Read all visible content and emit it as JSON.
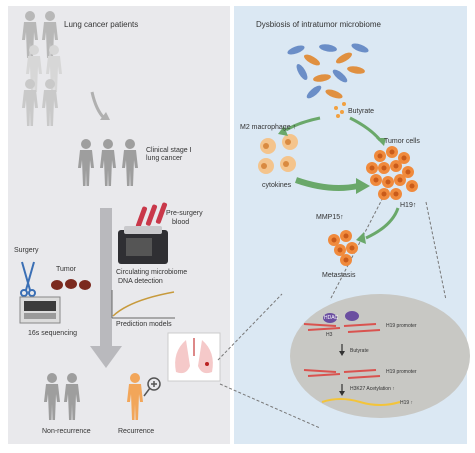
{
  "left": {
    "patients_label": "Lung cancer patients",
    "clinical_stage_label_line1": "Clinical stage Ⅰ",
    "clinical_stage_label_line2": "lung cancer",
    "pre_surgery_line1": "Pre-surgery",
    "pre_surgery_line2": "blood",
    "surgery_label": "Surgery",
    "tumor_label": "Tumor",
    "circulating_line1": "Circulating microbiome",
    "circulating_line2": "DNA detection",
    "sequencing_label": "16s sequencing",
    "prediction_label": "Prediction models",
    "non_recurrence_label": "Non-recurrence",
    "recurrence_label": "Recurrence"
  },
  "right": {
    "title": "Dysbiosis of intratumor microbiome",
    "butyrate_label": "Butyrate",
    "m2_label": "M2 macrophage ↑",
    "tumor_cells_label": "Tumor cells",
    "cytokines_label": "cytokines",
    "h19_label": "H19↑",
    "mmp15_label": "MMP15↑",
    "metastasis_label": "Metastasis",
    "inset": {
      "h19_promoter_top": "H19 promoter",
      "h3_label": "H3",
      "hdac_label": "HDAC",
      "butyrate_label": "Butyrate",
      "h19_promoter_bottom": "H19 promoter",
      "acetylation_label": "H3K27 Acetylation ↑",
      "h19_bottom": "H19 ↑"
    }
  },
  "colors": {
    "left_panel": "#e9e9ec",
    "right_panel": "#dbe8f3",
    "person_gray": "#a9a9a9",
    "person_orange": "#f2a65a",
    "tumor_cell": "#f08a3c",
    "macrophage": "#f4c48c",
    "green_arrow": "#6aa86a",
    "dna_red": "#d9534f",
    "hdac_purple": "#6b4fa0"
  }
}
